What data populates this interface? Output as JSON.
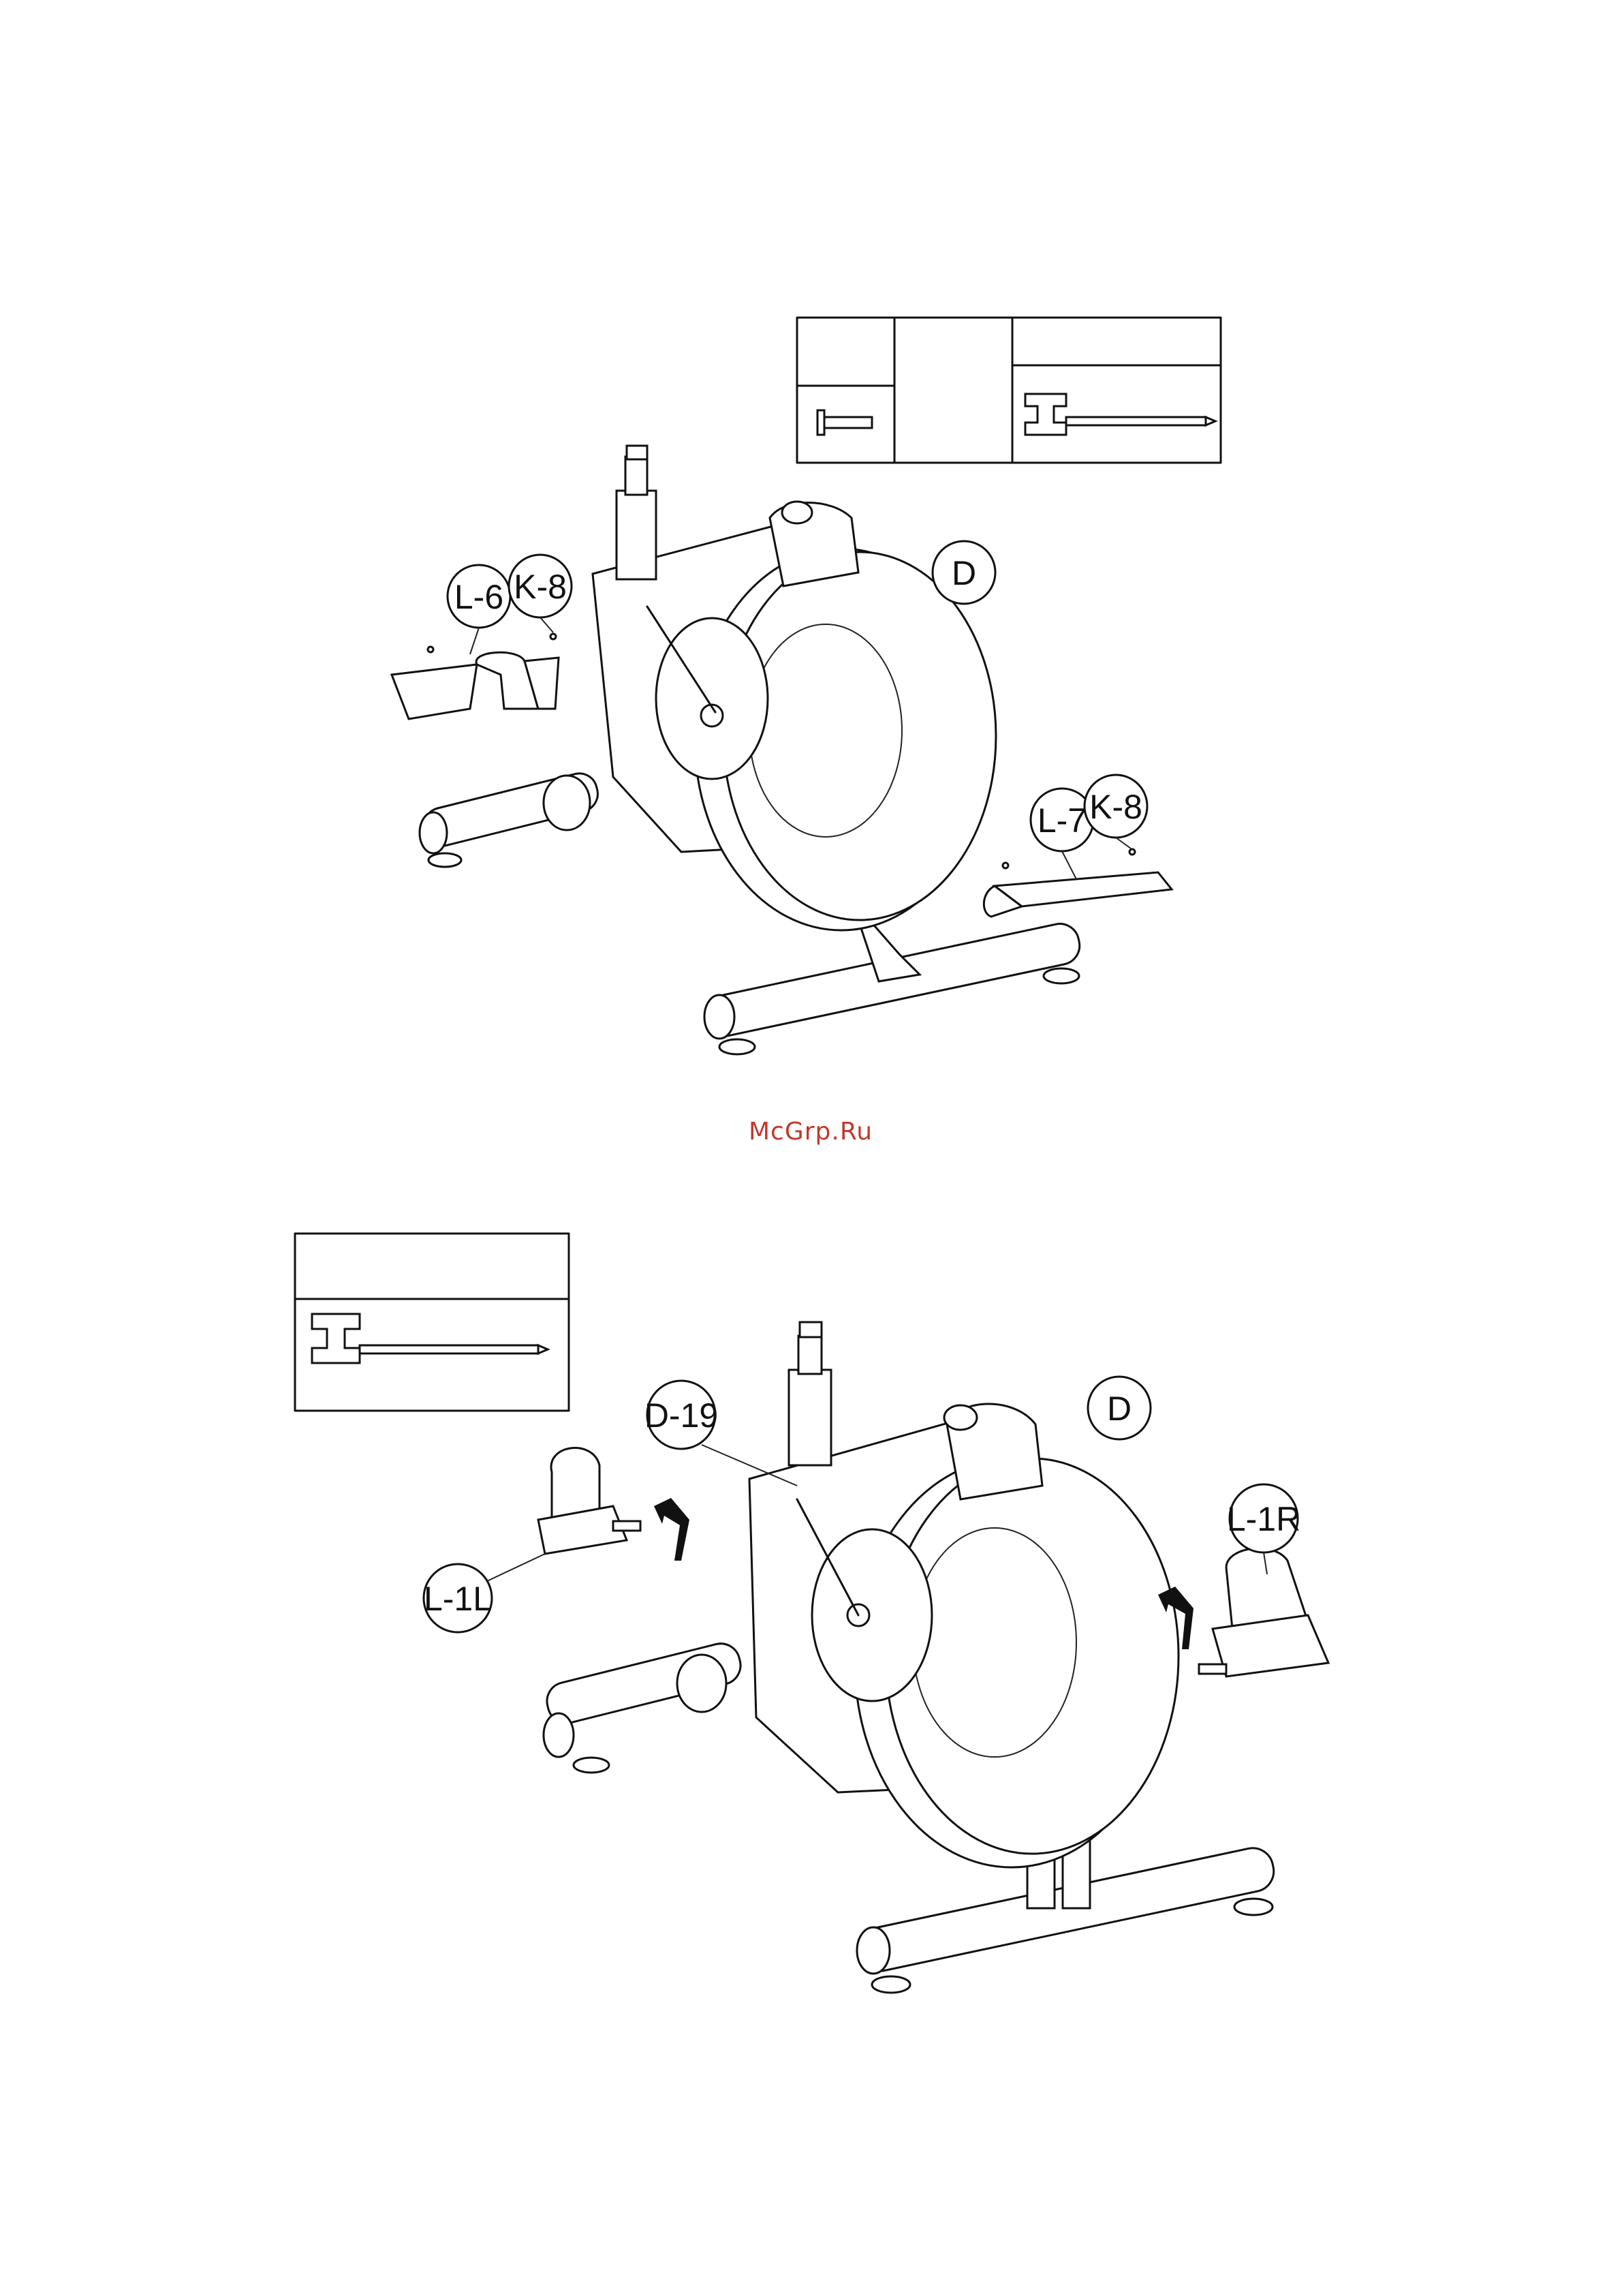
{
  "watermark": "McGrp.Ru",
  "step_top": {
    "callouts": {
      "seat_cover": "L-6",
      "screw_a": "K-8",
      "frame": "D",
      "rear_cover": "L-7",
      "screw_b": "K-8"
    },
    "hardware_icons": [
      "screw-icon",
      "allen-wrench-icon"
    ]
  },
  "step_bottom": {
    "callouts": {
      "crank": "D-19",
      "frame": "D",
      "left_pedal": "L-1L",
      "right_pedal": "L-1R"
    },
    "hardware_icons": [
      "allen-wrench-icon"
    ]
  }
}
